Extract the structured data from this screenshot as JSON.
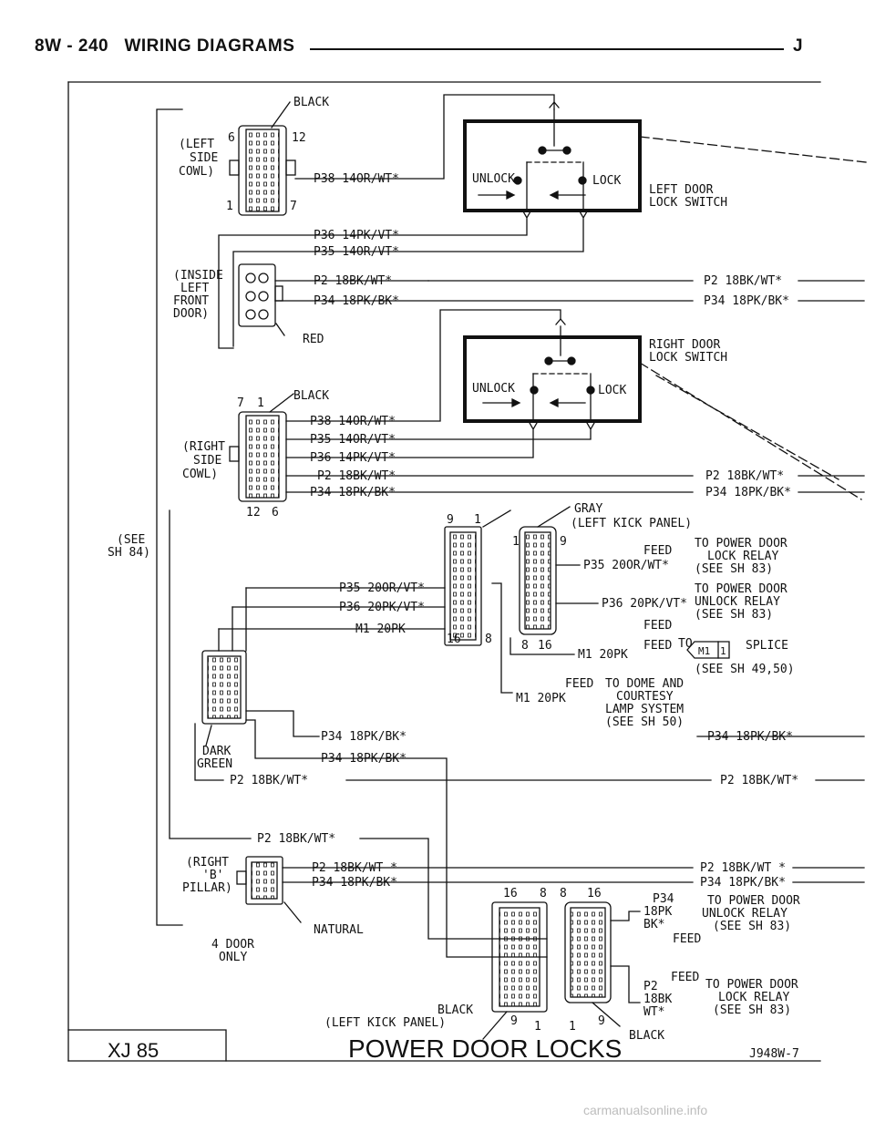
{
  "header": {
    "page_number": "8W - 240",
    "section_title": "WIRING DIAGRAMS",
    "letter": "J"
  },
  "footer": {
    "model_code": "XJ 85",
    "title": "POWER DOOR LOCKS",
    "figure_id": "J948W-7"
  },
  "watermark": "carmanualsonline.info",
  "labels": {
    "left_side_cowl": [
      "(LEFT",
      "SIDE",
      "COWL)"
    ],
    "black_1": "BLACK",
    "pin_6_a": "6",
    "pin_12_a": "12",
    "pin_1_a": "1",
    "pin_7_a": "7",
    "p38_a": "P38 14OR/WT*",
    "left_switch_unlock": "UNLOCK",
    "left_switch_lock": "LOCK",
    "left_door_lock_switch": [
      "LEFT DOOR",
      "LOCK SWITCH"
    ],
    "p36_a": "P36 14PK/VT*",
    "p35_a": "P35 14OR/VT*",
    "inside_left_front_door": [
      "(INSIDE",
      "LEFT",
      "FRONT",
      "DOOR)"
    ],
    "p2_a": "P2 18BK/WT*",
    "p34_a": "P34 18PK/BK*",
    "p2_a_right": "P2 18BK/WT*",
    "p34_a_right": "P34 18PK/BK*",
    "red": "RED",
    "right_door_lock_switch": [
      "RIGHT DOOR",
      "LOCK SWITCH"
    ],
    "right_switch_unlock": "UNLOCK",
    "right_switch_lock": "LOCK",
    "pin_7_b": "7",
    "pin_1_b": "1",
    "black_2": "BLACK",
    "right_side_cowl": [
      "(RIGHT",
      "SIDE",
      "COWL)"
    ],
    "p38_b": "P38 14OR/WT*",
    "p35_b": "P35 14OR/VT*",
    "p36_b": "P36 14PK/VT*",
    "p2_b": "P2 18BK/WT*",
    "p34_b": "P34 18PK/BK*",
    "p2_b_right": "P2 18BK/WT*",
    "p34_b_right": "P34 18PK/BK*",
    "pin_12_b": "12",
    "pin_6_b": "6",
    "see_sh84": [
      "(SEE",
      "SH 84)"
    ],
    "pin_9_c": "9",
    "pin_1_c": "1",
    "gray": "GRAY",
    "left_kick_panel_top": "(LEFT KICK PANEL)",
    "pin_1_d": "1",
    "pin_9_d": "9",
    "feed_1": "FEED",
    "to_power_door_lock_relay_1": [
      "TO POWER DOOR",
      "LOCK RELAY",
      "(SEE SH 83)"
    ],
    "p35_c": "P35 20OR/WT*",
    "p35_d": "P35 20OR/VT*",
    "to_power_door_unlock_relay_1": [
      "TO POWER DOOR",
      "UNLOCK RELAY",
      "(SEE SH 83)"
    ],
    "p36_c": "P36 20PK/VT*",
    "p36_d": "P36 20PK/VT*",
    "feed_2": "FEED",
    "m1_a": "M1 20PK",
    "pin_16_c": "16",
    "pin_8_c": "8",
    "pin_8_d": "8",
    "pin_16_d": "16",
    "feed_3": "FEED",
    "to_splice": "TO",
    "splice_id": "M1",
    "splice_num": "1",
    "splice_word": "SPLICE",
    "see_sh4950": "(SEE SH 49,50)",
    "m1_b": "M1 20PK",
    "feed_4": "FEED",
    "to_dome": [
      "TO DOME AND",
      "COURTESY",
      "LAMP SYSTEM",
      "(SEE SH 50)"
    ],
    "m1_c": "M1 20PK",
    "p34_c": "P34 18PK/BK*",
    "p34_c_right": "P34 18PK/BK*",
    "dark_green": [
      "DARK",
      "GREEN"
    ],
    "p34_d": "P34 18PK/BK*",
    "p2_c": "P2 18BK/WT*",
    "p2_c_right": "P2 18BK/WT*",
    "p2_d": "P2 18BK/WT*",
    "right_b_pillar": [
      "(RIGHT",
      "'B'",
      "PILLAR)"
    ],
    "p2_e": "P2 18BK/WT *",
    "p34_e": "P34 18PK/BK*",
    "p2_e_right": "P2 18BK/WT *",
    "p34_e_right": "P34 18PK/BK*",
    "natural": "NATURAL",
    "four_door_only": [
      "4 DOOR",
      "ONLY"
    ],
    "pin_16_e": "16",
    "pin_8_e": "8",
    "pin_8_f": "8",
    "pin_16_f": "16",
    "p34_f": [
      "P34",
      "18PK",
      "BK*"
    ],
    "to_power_door_unlock_relay_2": [
      "TO POWER DOOR",
      "UNLOCK RELAY",
      "(SEE SH 83)"
    ],
    "feed_5": "FEED",
    "p2_f": [
      "P2",
      "18BK",
      "WT*"
    ],
    "feed_6": "FEED",
    "to_power_door_lock_relay_2": [
      "TO POWER DOOR",
      "LOCK RELAY",
      "(SEE SH 83)"
    ],
    "black_3": "BLACK",
    "left_kick_panel_bottom": "(LEFT KICK PANEL)",
    "pin_9_e": "9",
    "pin_1_e": "1",
    "pin_1_f": "1",
    "pin_9_f": "9",
    "black_4": "BLACK"
  }
}
